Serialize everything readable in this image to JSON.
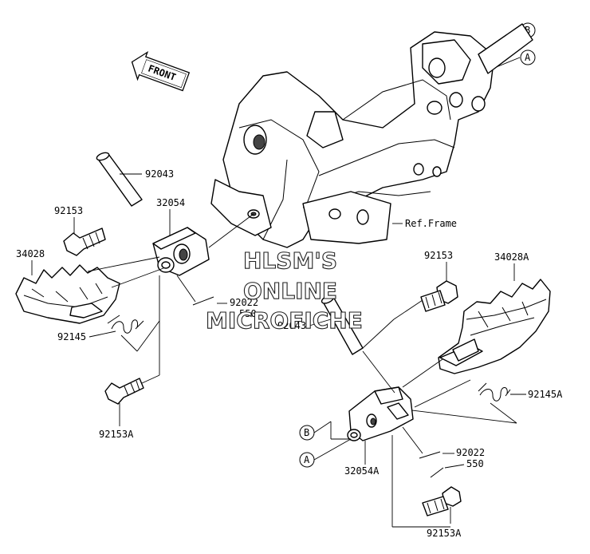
{
  "direction": {
    "label": "FRONT"
  },
  "refs": {
    "b": "B",
    "a": "A"
  },
  "reference_note": "Ref.Frame",
  "parts": {
    "pin_left": "92043",
    "bolt_left": "92153",
    "bracket_left": "32054",
    "footpeg_left": "34028",
    "spring_left": "92145",
    "cotter_left": "92022",
    "washer_left": "550",
    "bolt_bottom_left": "92153A",
    "bolt_right": "92153",
    "footpeg_right": "34028A",
    "pin_right": "92043",
    "spring_right": "92145A",
    "cotter_right": "92022",
    "washer_right": "550",
    "bracket_right": "32054A",
    "bolt_bottom_right": "92153A"
  },
  "watermark": {
    "line1": "HLSM'S",
    "line2": "ONLINE",
    "line3": "MICROFICHE"
  }
}
